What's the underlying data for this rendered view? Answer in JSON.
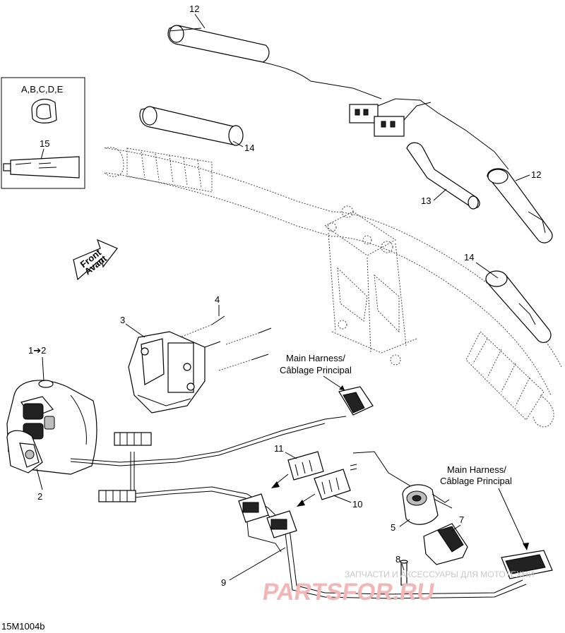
{
  "callouts": {
    "c12_top": "12",
    "c14_top": "14",
    "c12_right": "12",
    "c13": "13",
    "c14_right": "14",
    "c4": "4",
    "c3": "3",
    "c1_2": "1➔2",
    "c2": "2",
    "c11": "11",
    "c10": "10",
    "c9": "9",
    "c5": "5",
    "c7": "7",
    "c8": "8",
    "c15": "15"
  },
  "kit": {
    "title": "A,B,C,D,E"
  },
  "harness_label_1": [
    "Main Harness/",
    "Câblage Principal"
  ],
  "harness_label_2": [
    "Main Harness/",
    "Câblage Principal"
  ],
  "front_arrow": [
    "Front",
    "Avant"
  ],
  "drawing_id": "15M1004b",
  "watermark": {
    "line1": "ЗАПЧАСТИ И АКСЕССУАРЫ ДЛЯ МОТОТЕХНИ",
    "line2": "PARTSFOR.RU"
  }
}
